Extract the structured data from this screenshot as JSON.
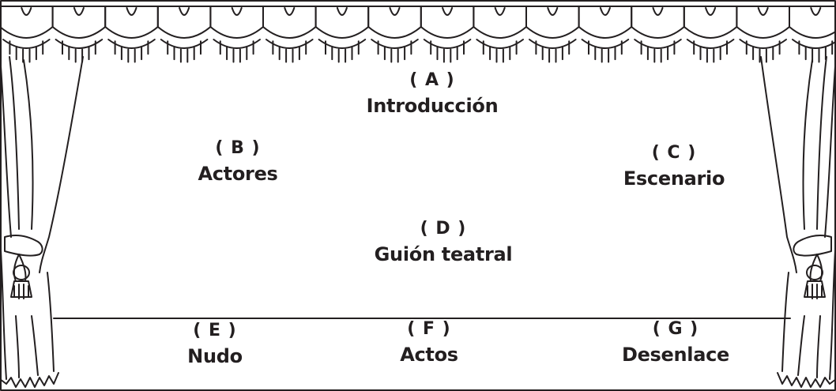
{
  "labels": [
    {
      "id": "a",
      "code": "( A )",
      "term": "Introducción"
    },
    {
      "id": "b",
      "code": "( B )",
      "term": "Actores"
    },
    {
      "id": "c",
      "code": "( C )",
      "term": "Escenario"
    },
    {
      "id": "d",
      "code": "( D )",
      "term": "Guión teatral"
    },
    {
      "id": "e",
      "code": "( E )",
      "term": "Nudo"
    },
    {
      "id": "f",
      "code": "( F )",
      "term": "Actos"
    },
    {
      "id": "g",
      "code": "( G )",
      "term": "Desenlace"
    }
  ],
  "colors": {
    "ink": "#231f20",
    "background": "#ffffff"
  }
}
